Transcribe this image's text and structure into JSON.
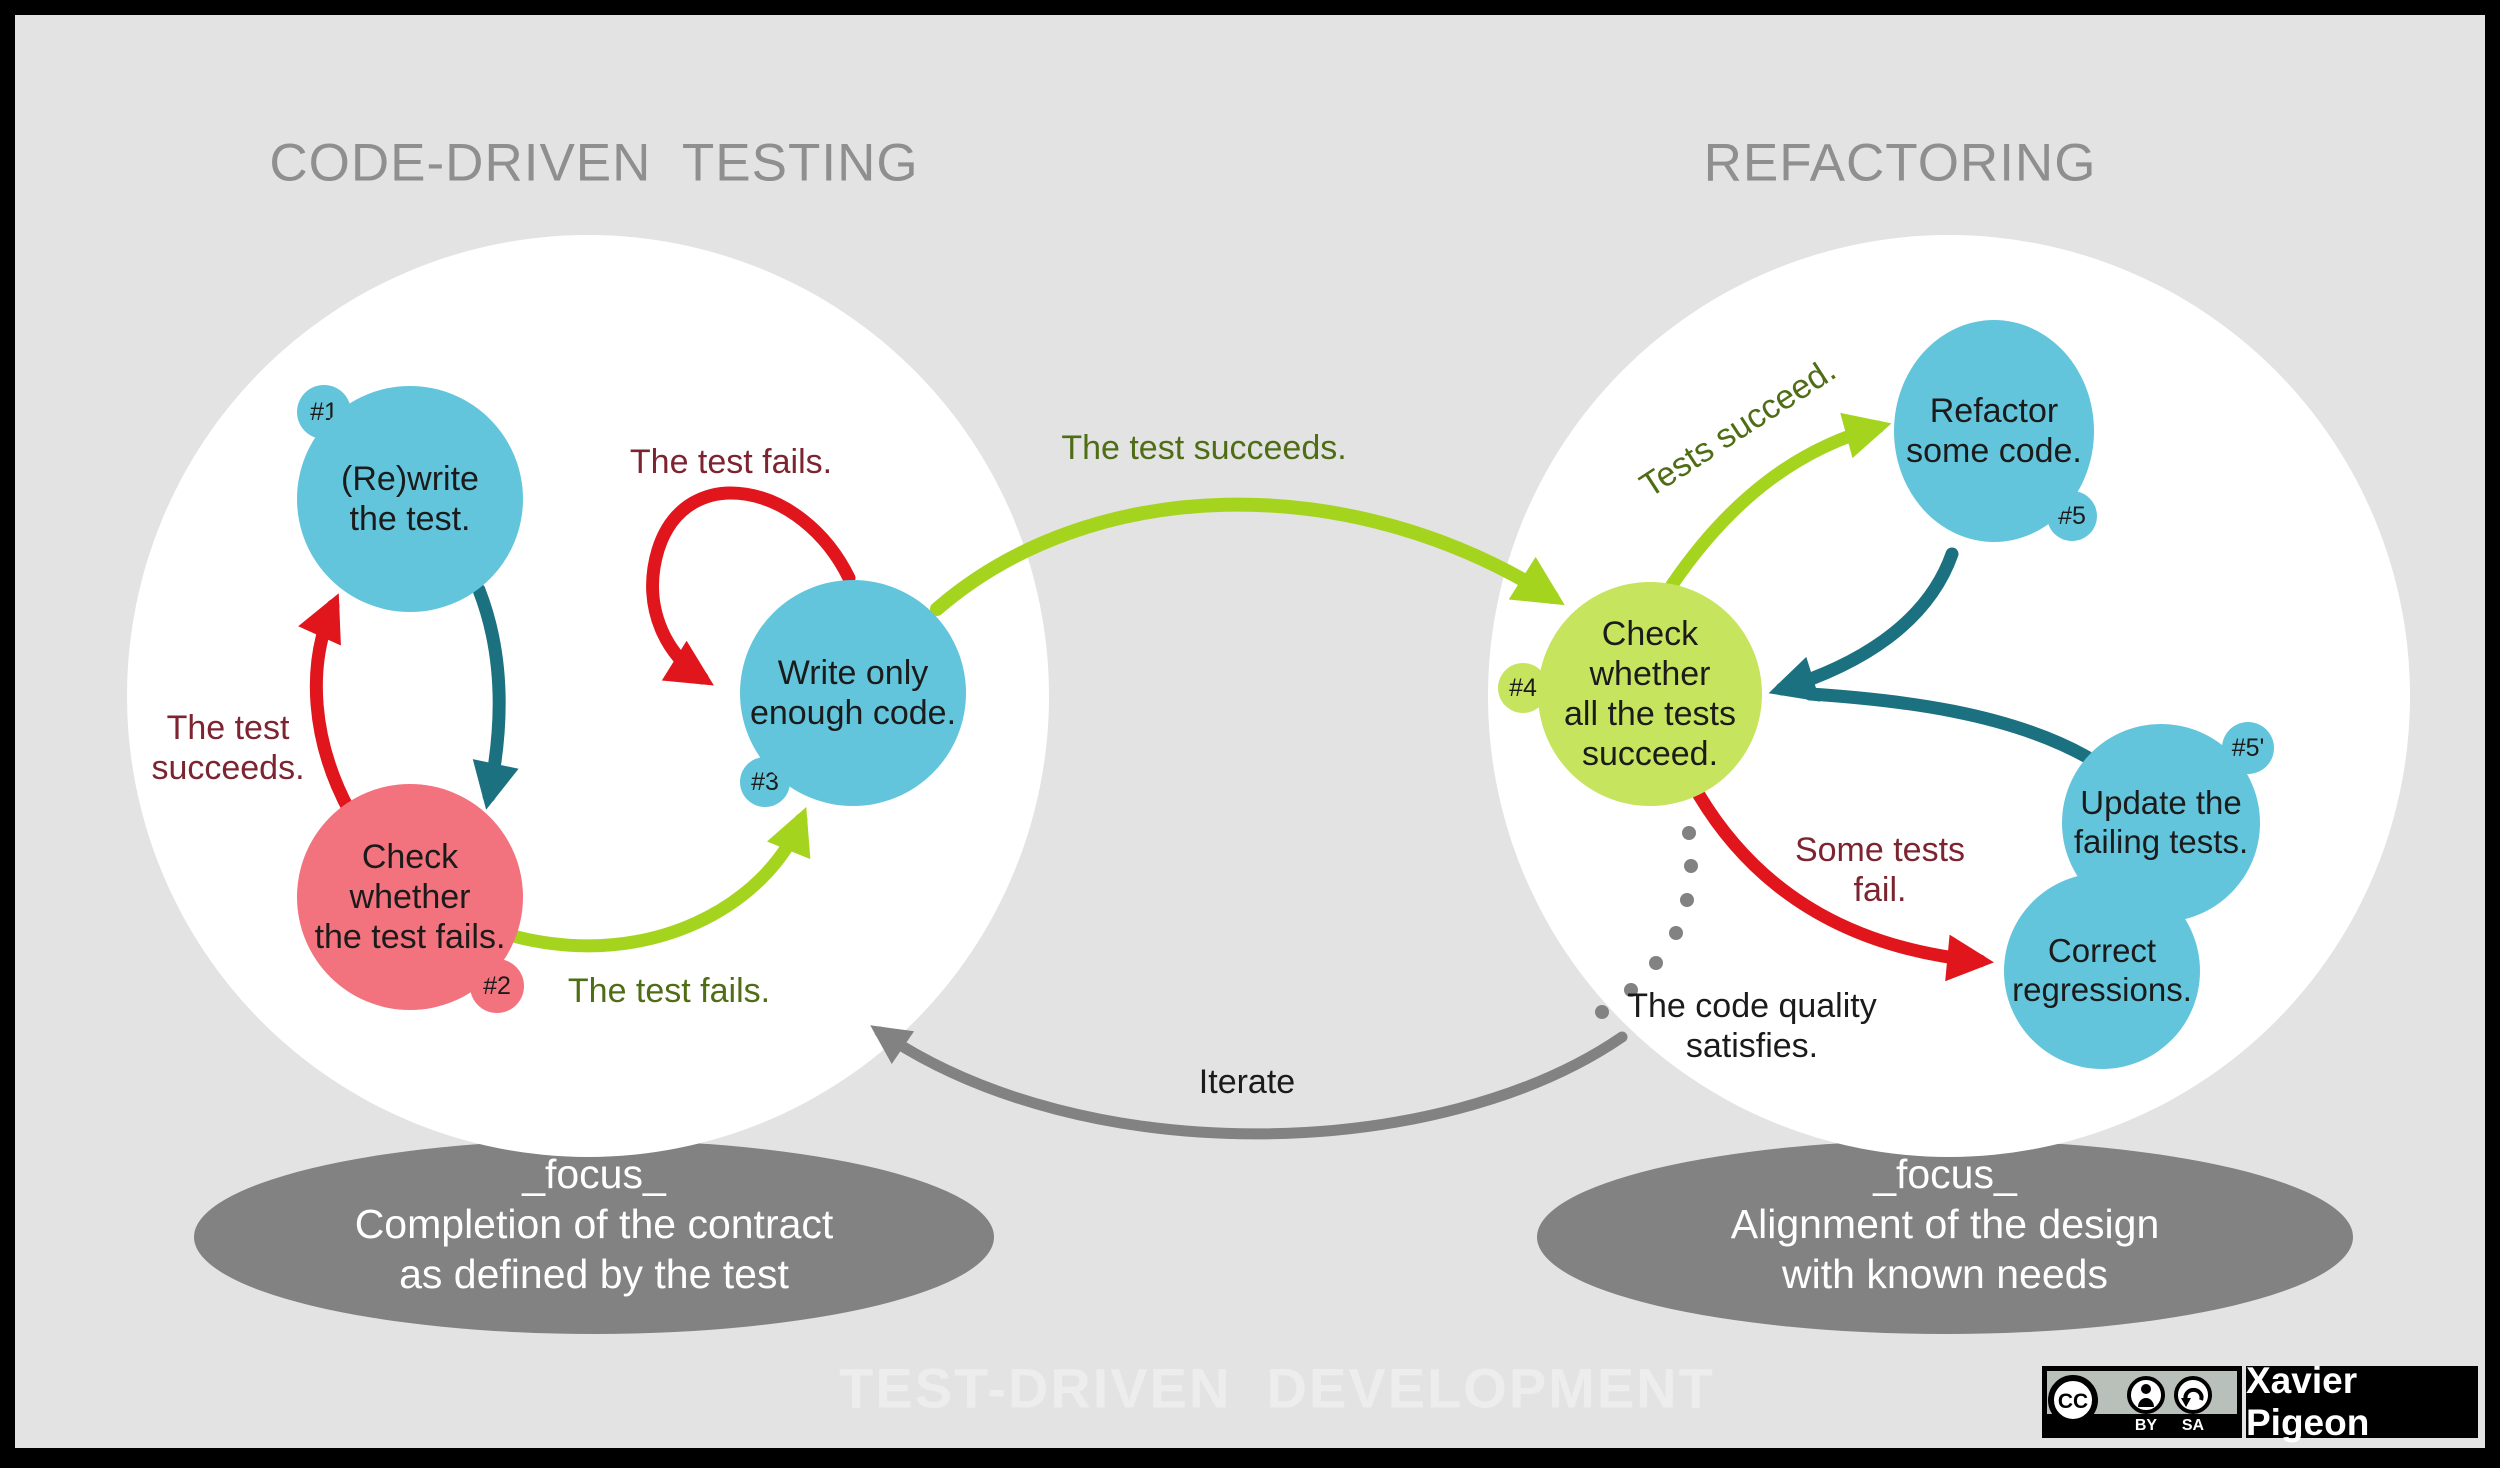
{
  "titles": {
    "left": "CODE-DRIVEN  TESTING",
    "right": "REFACTORING",
    "bottom": "TEST-DRIVEN  DEVELOPMENT"
  },
  "nodes": {
    "n1": {
      "badge": "#1",
      "label": "(Re)write\nthe test."
    },
    "n2": {
      "badge": "#2",
      "label": "Check\nwhether\nthe test fails."
    },
    "n3": {
      "badge": "#3",
      "label": "Write only\nenough code."
    },
    "n4": {
      "badge": "#4",
      "label": "Check\nwhether\nall the tests\nsucceed."
    },
    "n5": {
      "badge": "#5",
      "label": "Refactor\nsome code."
    },
    "n5p": {
      "badge": "#5'",
      "label": "Update the\nfailing tests."
    },
    "n6": {
      "label": "Correct\nregressions."
    }
  },
  "edge_labels": {
    "test_succeeds_left": "The test\nsucceeds.",
    "test_fails_loop": "The test fails.",
    "test_fails_green": "The test fails.",
    "test_succeeds_mid": "The test succeeds.",
    "tests_succeed": "Tests succeed.",
    "some_tests_fail": "Some tests\nfail.",
    "code_quality": "The code quality\nsatisfies.",
    "iterate": "Iterate"
  },
  "focus_left": "_focus_\nCompletion of the contract\nas defined by the test",
  "focus_right": "_focus_\nAlignment of the design\nwith known needs",
  "credit": {
    "cc": "CC",
    "by": "BY",
    "sa": "SA",
    "author": "Xavier Pigeon"
  },
  "colors": {
    "background": "#e3e3e3",
    "node_blue": "#63c5db",
    "node_pink": "#f2727e",
    "node_green": "#c7e45f",
    "arrow_red": "#e0161c",
    "arrow_teal": "#1b7180",
    "arrow_green": "#a5d41f",
    "gray": "#828282",
    "maroon_text": "#7d2431",
    "olive_text": "#4f6d15",
    "title_gray": "#8f8f8f"
  }
}
